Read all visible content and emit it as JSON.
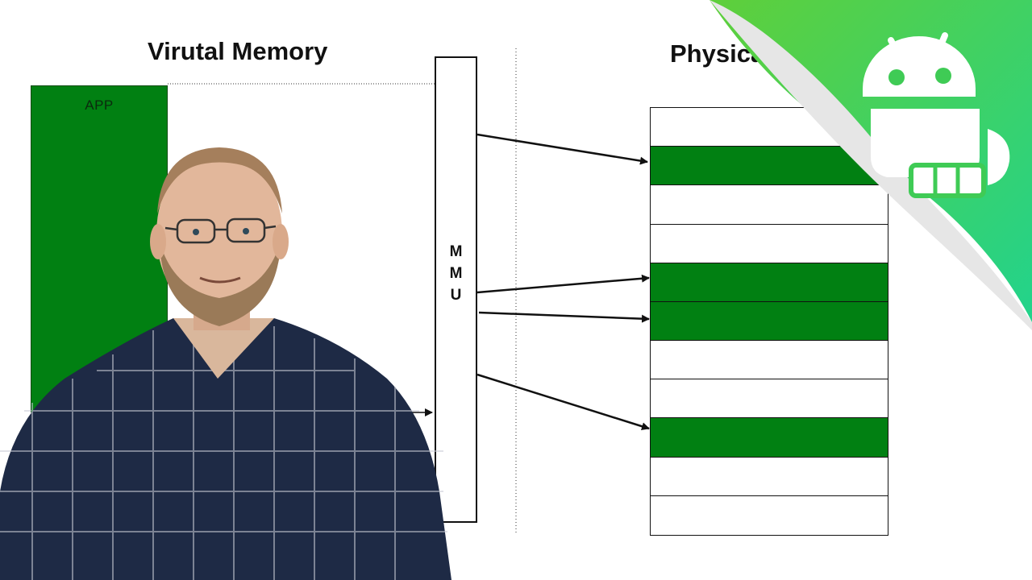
{
  "diagram": {
    "virtual_title": "Virutal Memory",
    "physical_title": "Physical M",
    "app_label": "APP",
    "mmu_letters": [
      "M",
      "M",
      "U"
    ],
    "physical_pages": [
      "free",
      "used",
      "free",
      "free",
      "used",
      "used",
      "free",
      "free",
      "used",
      "free",
      "free"
    ],
    "colors": {
      "used_page": "#018012",
      "free_page": "#ffffff",
      "stroke": "#111111",
      "badge_green": "#3ec94a",
      "badge_teal": "#2dd48a"
    }
  },
  "overlay": {
    "presenter": "presenter-video-icon",
    "badge": "android-robot-icon"
  }
}
